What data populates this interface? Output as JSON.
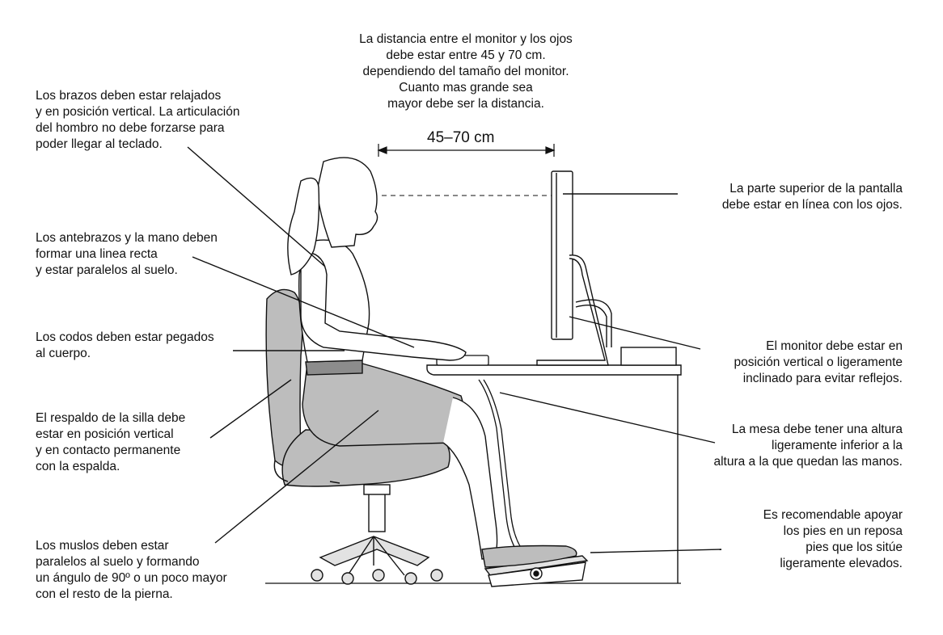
{
  "labels": {
    "distance": [
      "La distancia entre el monitor y los ojos",
      "debe estar entre 45 y 70 cm.",
      "dependiendo del tamaño del monitor.",
      "Cuanto mas grande sea",
      "mayor debe ser la distancia."
    ],
    "arms": [
      "Los brazos deben estar relajados",
      "y en posición vertical. La articulación",
      "del hombro no debe forzarse para",
      "poder llegar al teclado."
    ],
    "forearms": [
      "Los antebrazos y la mano deben",
      "formar una linea recta",
      "y estar paralelos al suelo."
    ],
    "elbows": [
      "Los codos deben estar pegados",
      "al cuerpo."
    ],
    "backrest": [
      "El respaldo de la silla debe",
      "estar en posición vertical",
      "y en contacto permanente",
      "con la espalda."
    ],
    "thighs": [
      "Los muslos deben estar",
      "paralelos al suelo y formando",
      "un ángulo de 90º o un poco mayor",
      "con el resto de la pierna."
    ],
    "screen_top": [
      "La parte superior de la pantalla",
      "debe estar en línea con los ojos."
    ],
    "monitor": [
      "El monitor debe estar en",
      "posición vertical o ligeramente",
      "inclinado para evitar reflejos."
    ],
    "desk": [
      "La mesa debe tener una altura",
      "ligeramente inferior a la",
      "altura a la que quedan las manos."
    ],
    "footrest": [
      "Es recomendable apoyar",
      "los pies en un reposa",
      "pies que los sitúe",
      "ligeramente elevados."
    ]
  },
  "measure": "45–70 cm",
  "colors": {
    "line": "#111111",
    "fill_gray": "#bdbdbd",
    "fill_light": "#e2e2e2"
  }
}
